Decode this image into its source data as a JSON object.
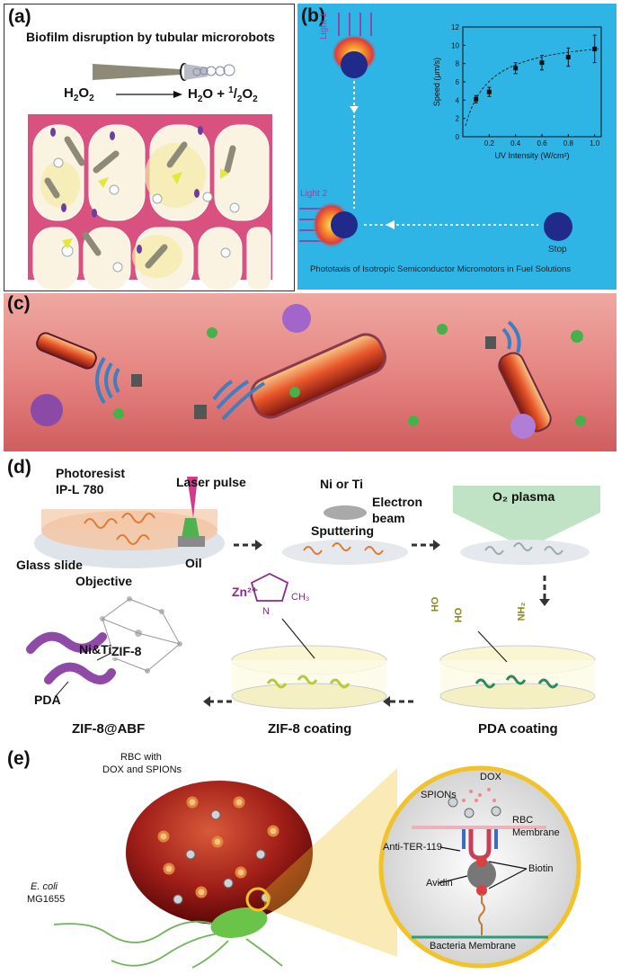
{
  "panel_a": {
    "label": "(a)",
    "title": "Biofilm disruption by tubular microrobots",
    "eq_left": "H",
    "eq_left_sub1": "2",
    "eq_left_mid": "O",
    "eq_left_sub2": "2",
    "eq_right": "H",
    "eq_right_sub": "2",
    "eq_right_mid": "O + ",
    "eq_right_sup": "1",
    "eq_right_frac": "/",
    "eq_right_sub2": "2",
    "eq_right_o": "O",
    "eq_right_sub3": "2"
  },
  "panel_b": {
    "label": "(b)",
    "light1": "Light 1",
    "light2": "Light 2",
    "stop": "Stop",
    "caption": "Phototaxis of Isotropic Semiconductor Micromotors in Fuel Solutions",
    "colors": {
      "background": "#2fb4e6"
    },
    "chart_data": {
      "type": "scatter",
      "xlabel": "UV Intensity (W/cm²)",
      "ylabel": "Speed (μm/s)",
      "xlim": [
        0,
        1.05
      ],
      "ylim": [
        0,
        12
      ],
      "x_ticks": [
        "0.2",
        "0.4",
        "0.6",
        "0.8",
        "1.0"
      ],
      "y_ticks": [
        "0",
        "2",
        "4",
        "6",
        "8",
        "10",
        "12"
      ],
      "x": [
        0.1,
        0.2,
        0.4,
        0.6,
        0.8,
        1.0
      ],
      "y": [
        4.1,
        4.9,
        7.5,
        8.1,
        8.7,
        9.6
      ],
      "error": [
        0.4,
        0.5,
        0.6,
        0.8,
        1.0,
        1.5
      ],
      "fit": "dashed"
    }
  },
  "panel_c": {
    "label": "(c)",
    "colors": {
      "background": "#e4827f"
    }
  },
  "panel_d": {
    "label": "(d)",
    "photoresist": "Photoresist",
    "ipl": "IP-L 780",
    "laser": "Laser pulse",
    "glass": "Glass slide",
    "oil": "Oil",
    "objective": "Objective",
    "ni_ti": "Ni or Ti",
    "electron": "Electron",
    "beam": "beam",
    "sputtering": "Sputtering",
    "o2plasma": "O₂ plasma",
    "zn": "Zn²⁺",
    "ch3": "CH₃",
    "nh": "N",
    "ho1": "HO",
    "ho2": "HO",
    "nh2": "NH₂",
    "nitisplit": "Ni&Ti",
    "zif8": "ZIF-8",
    "pda": "PDA",
    "zif8abf": "ZIF-8@ABF",
    "zif8coat": "ZIF-8 coating",
    "pdacoat": "PDA coating"
  },
  "panel_e": {
    "label": "(e)",
    "rbc1": "RBC with",
    "rbc2": "DOX and SPIONs",
    "ecoli": "E. coli",
    "mg": "MG1655",
    "dox": "DOX",
    "spions": "SPIONs",
    "rbcm1": "RBC",
    "rbcm2": "Membrane",
    "anti": "Anti-TER-119",
    "biotin": "Biotin",
    "avidin": "Avidin",
    "bacm": "Bacteria Membrane"
  }
}
